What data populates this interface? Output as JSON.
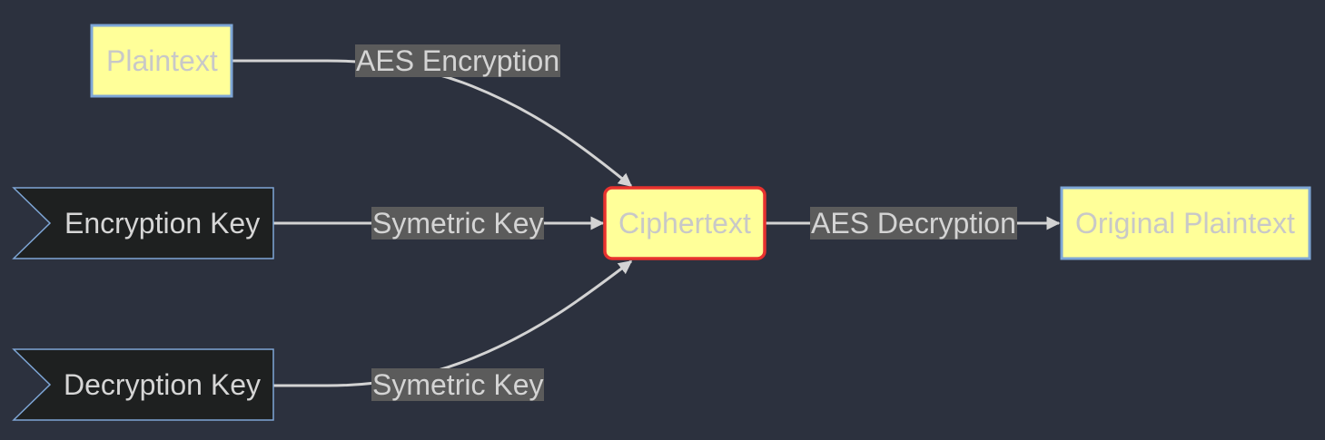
{
  "nodes": {
    "plaintext": "Plaintext",
    "encryption_key": "Encryption Key",
    "decryption_key": "Decryption Key",
    "ciphertext": "Ciphertext",
    "original_plaintext": "Original Plaintext"
  },
  "edges": {
    "aes_encryption": "AES Encryption",
    "symmetric_key_1": "Symetric Key",
    "symmetric_key_2": "Symetric Key",
    "aes_decryption": "AES Decryption"
  },
  "colors": {
    "background": "#2c313e",
    "node_fill": "#ffff99",
    "node_border": "#7ea6d6",
    "ciphertext_border": "#e8322e",
    "key_node_fill": "#1e2020",
    "edge_stroke": "#d3d3d3",
    "edge_label_bg": "#5b5b5b"
  }
}
